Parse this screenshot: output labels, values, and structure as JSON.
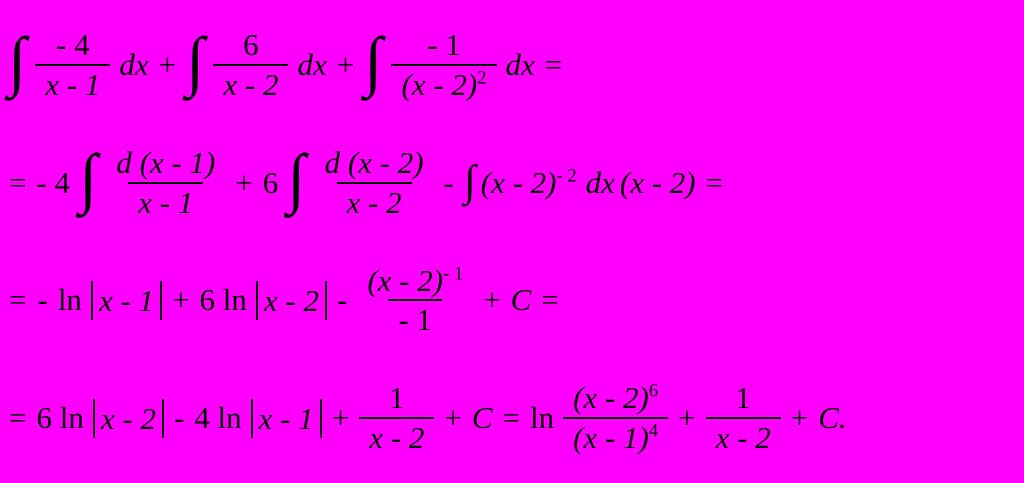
{
  "page": {
    "background_color": "#FF00FF",
    "text_color": "#000000"
  },
  "sym": {
    "integral": "∫",
    "plus": "+",
    "minus": "-",
    "equals": "=",
    "dx": "dx",
    "ln": "ln",
    "C": "C",
    "C_final": "C."
  },
  "line1": {
    "frac1": {
      "num": "- 4",
      "den": "x - 1"
    },
    "frac2": {
      "num": "6",
      "den": "x - 2"
    },
    "frac3": {
      "num": "- 1",
      "den_base": "(x - 2)",
      "den_exp": "2"
    }
  },
  "line2": {
    "coef1": "- 4",
    "frac1": {
      "num": "d (x - 1)",
      "den": "x - 1"
    },
    "coef2": "6",
    "frac2": {
      "num": "d (x - 2)",
      "den": "x - 2"
    },
    "power_base": "(x - 2)",
    "power_exp": "- 2",
    "tail": "(x - 2)"
  },
  "line3": {
    "coef_ln": "6 ln",
    "abs1": "x - 1",
    "abs2": "x - 2",
    "frac": {
      "num_base": "(x - 2)",
      "num_exp": "- 1",
      "den": "- 1"
    }
  },
  "line4": {
    "coef1": "6 ln",
    "abs1": "x - 2",
    "coef2": "4 ln",
    "abs2": "x - 1",
    "frac1": {
      "num": "1",
      "den": "x - 2"
    },
    "frac2": {
      "num_base": "(x - 2)",
      "num_exp": "6",
      "den_base": "(x - 1)",
      "den_exp": "4"
    },
    "frac3": {
      "num": "1",
      "den": "x - 2"
    }
  }
}
